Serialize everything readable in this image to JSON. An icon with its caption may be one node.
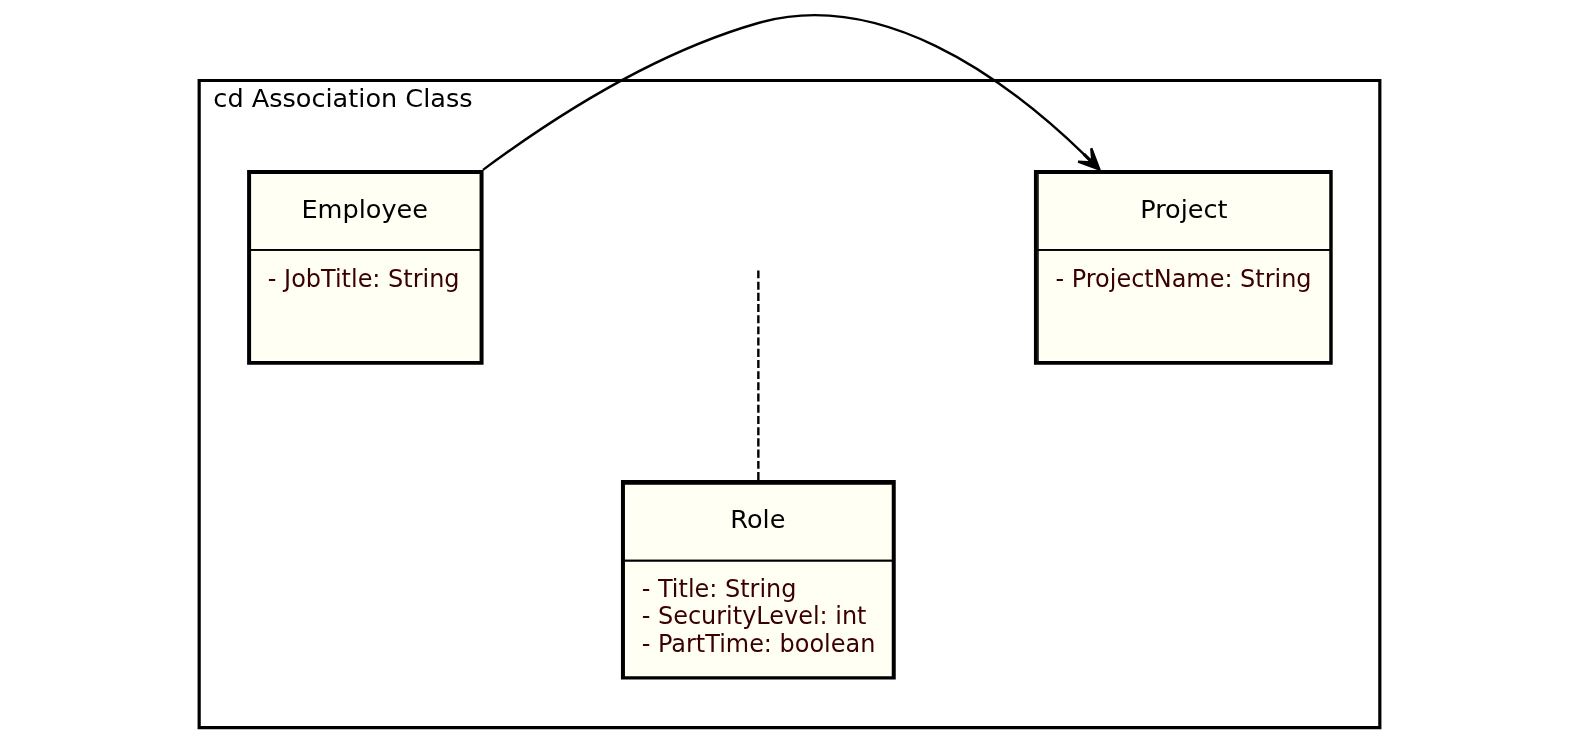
{
  "diagram": {
    "nodes": [
      {
        "text": [
          "cd Association Class"
        ]
      },
      {
        "text": [
          "Employee",
          "- JobTitle: String"
        ],
        "in": 0
      },
      {
        "text": [
          "Project",
          "- ProjectName: String"
        ],
        "in": 0
      },
      {
        "text": [
          "Role",
          "- Title: String",
          "- SecurityLevel: int",
          "- PartTime: boolean"
        ],
        "in": 0
      }
    ],
    "edges": [
      {
        "from": 1,
        "to": 2,
        "arrow": "to"
      },
      {
        "from": 3,
        "to": null,
        "arrow": "none",
        "style": "dashed"
      }
    ]
  }
}
